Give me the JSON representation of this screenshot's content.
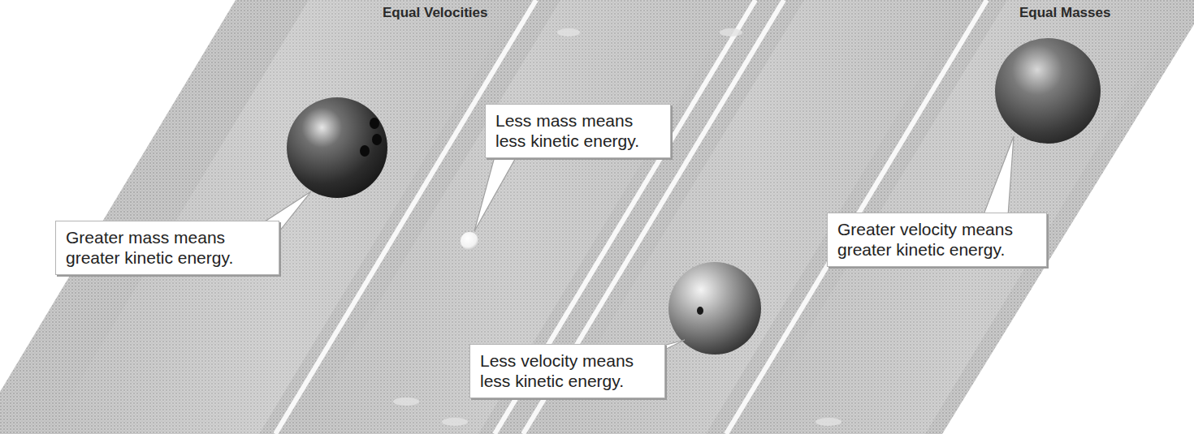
{
  "diagram": {
    "nodes": [
      {
        "text": [
          "Greater mass means greater kinetic energy."
        ]
      },
      {
        "text": [
          "Less mass means less kinetic energy."
        ]
      },
      {
        "text": [
          "Less velocity means less kinetic energy."
        ]
      },
      {
        "text": [
          "Greater velocity means greater kinetic energy."
        ]
      }
    ],
    "labels": [
      "Equal Velocities",
      "Equal Masses"
    ]
  }
}
